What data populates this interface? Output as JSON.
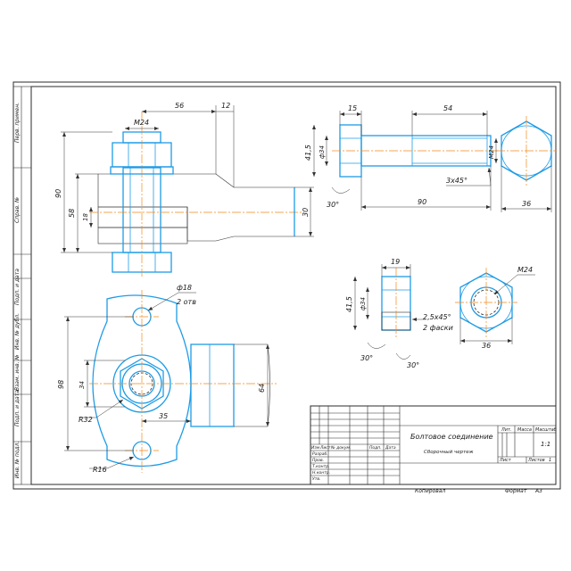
{
  "side_stamp": [
    "Перв. примен.",
    "Справ. №",
    "Подп. и дата",
    "Инв. № дубл.",
    "Взам. инв. №",
    "Подп. и дата",
    "Инв. № подл."
  ],
  "dims": {
    "assembly": {
      "d56": "56",
      "d12": "12",
      "m24": "M24",
      "d90": "90",
      "d58": "58",
      "d18": "18",
      "d30": "30"
    },
    "plan": {
      "d18": "ф18",
      "two_holes": "2 отв",
      "d98": "98",
      "d34": "34",
      "r32": "R32",
      "d35": "35",
      "d64": "64",
      "r16": "R16"
    },
    "bolt": {
      "d15": "15",
      "d54": "54",
      "d415": "41,5",
      "d34": "ф34",
      "m24": "M24",
      "chamfer": "3x45°",
      "a30": "30°",
      "d90": "90",
      "d36": "36"
    },
    "nut": {
      "d19": "19",
      "d415": "41,5",
      "d34": "ф34",
      "chamfer": "2,5x45°",
      "two_chamfers": "2 фаски",
      "a30a": "30°",
      "a30b": "30°"
    },
    "nut_top": {
      "m24": "M24",
      "d36": "36"
    }
  },
  "title_block": {
    "title": "Болтовое соединение",
    "subtitle": "Сборочный чертеж",
    "col_headers": [
      "Изм",
      "Лист",
      "№ докум.",
      "Подп.",
      "Дата"
    ],
    "row_labels": [
      "Разраб.",
      "Пров.",
      "Т.контр.",
      "",
      "Н.контр.",
      "Утв."
    ],
    "lit_label": "Лит.",
    "mass_label": "Масса",
    "scale_label": "Масштаб",
    "scale_value": "1:1",
    "sheet_label": "Лист",
    "sheets_label": "Листов",
    "sheets_value": "1"
  },
  "footer": {
    "copied": "Копировал",
    "format": "Формат",
    "format_value": "А3"
  }
}
